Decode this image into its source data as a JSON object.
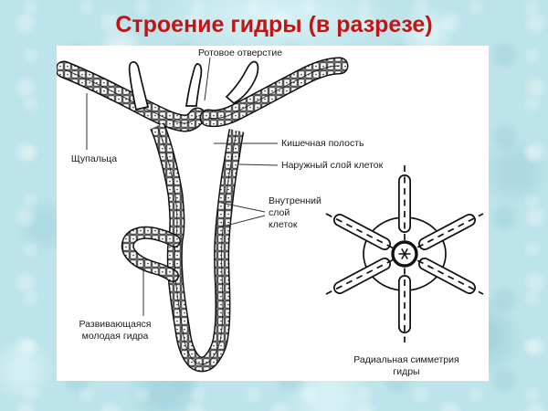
{
  "title": "Строение гидры (в разрезе)",
  "colors": {
    "title_red": "#c41315",
    "ink": "#1b1b1b",
    "background_blue": "#bde4ea",
    "panel_white": "#ffffff"
  },
  "diagram": {
    "labels": {
      "mouth": "Ротовое отверстие",
      "tentacles": "Щупальца",
      "gut_cavity": "Кишечная полость",
      "outer_cell_layer": "Наружный слой клеток",
      "inner_cell_layer": [
        "Внутренний",
        "слой",
        "клеток"
      ],
      "developing_bud": [
        "Развивающаяся",
        "молодая гидра"
      ],
      "radial_symmetry": [
        "Радиальная симметрия",
        "гидры"
      ]
    }
  }
}
